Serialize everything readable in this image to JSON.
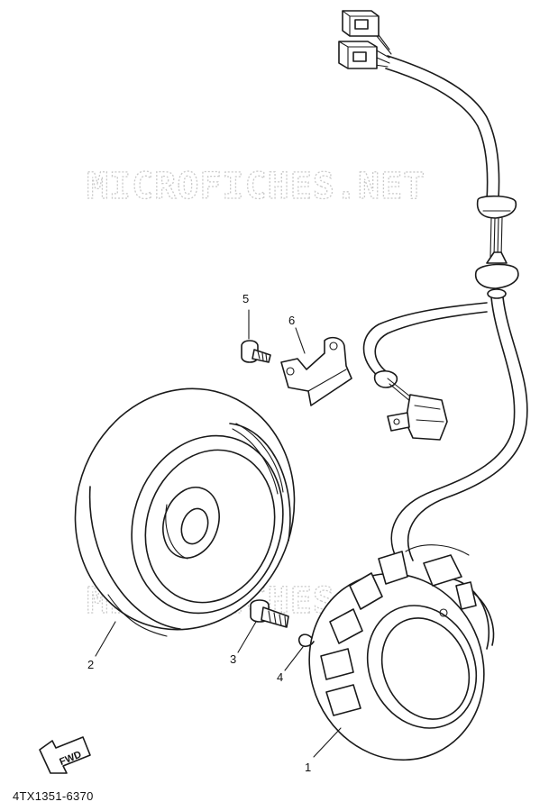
{
  "watermark": "MICROFICHES.NET",
  "part_callouts": [
    "1",
    "2",
    "3",
    "4",
    "5",
    "6"
  ],
  "fwd_label": "FWD",
  "diagram_code": "4TX1351-6370",
  "colors": {
    "line": "#1a1a1a",
    "watermark": "#c9c9c9",
    "background": "#ffffff"
  }
}
